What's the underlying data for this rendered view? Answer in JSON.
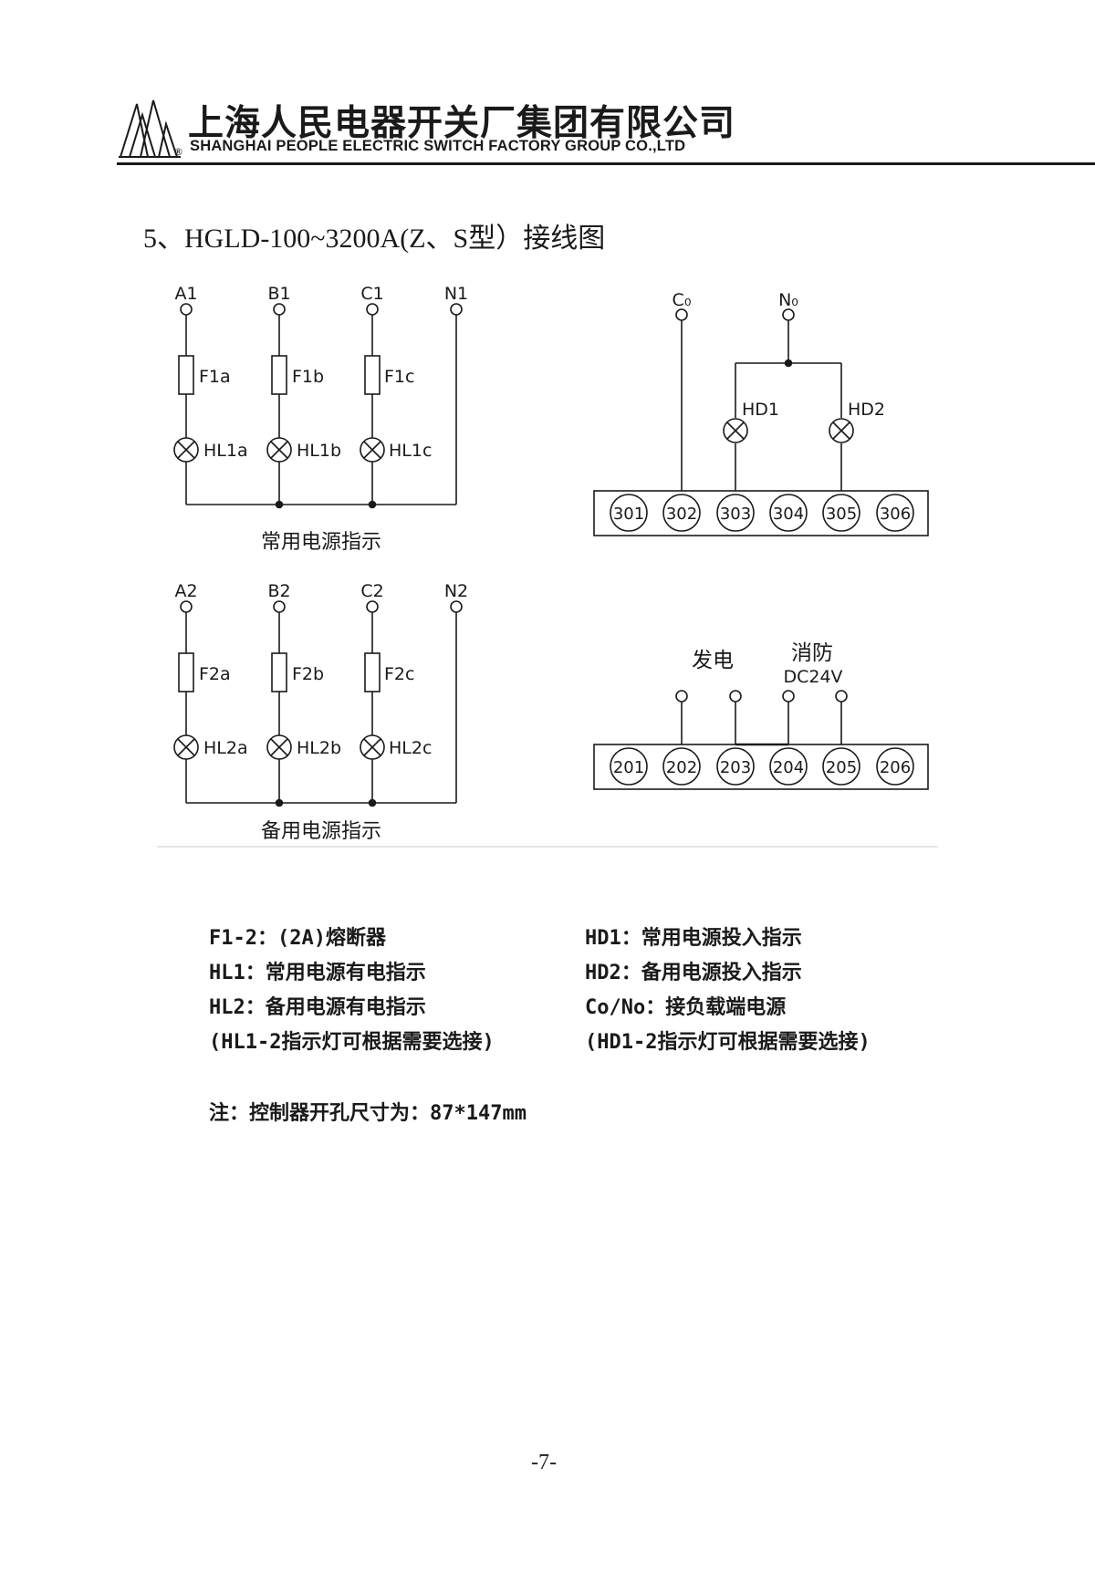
{
  "header": {
    "company_cn": "上海人民电器开关厂集团有限公司",
    "registered_mark": "®",
    "company_en": "SHANGHAI PEOPLE ELECTRIC SWITCH FACTORY GROUP CO.,LTD"
  },
  "section_title": "5、HGLD-100~3200A(Z、S型）接线图",
  "diagrams": {
    "normal": {
      "caption": "常用电源指示",
      "terminals": [
        "A1",
        "B1",
        "C1",
        "N1"
      ],
      "fuses": [
        "F1a",
        "F1b",
        "F1c"
      ],
      "lamps": [
        "HL1a",
        "HL1b",
        "HL1c"
      ]
    },
    "standby": {
      "caption": "备用电源指示",
      "terminals": [
        "A2",
        "B2",
        "C2",
        "N2"
      ],
      "fuses": [
        "F2a",
        "F2b",
        "F2c"
      ],
      "lamps": [
        "HL2a",
        "HL2b",
        "HL2c"
      ]
    },
    "block300": {
      "input_c": "C₀",
      "input_n": "N₀",
      "lamps": [
        "HD1",
        "HD2"
      ],
      "terminals": [
        "301",
        "302",
        "303",
        "304",
        "305",
        "306"
      ]
    },
    "block200": {
      "label_generate": "发电",
      "label_fire": "消防",
      "label_voltage": "DC24V",
      "terminals": [
        "201",
        "202",
        "203",
        "204",
        "205",
        "206"
      ]
    }
  },
  "legend": {
    "left": [
      "F1-2：(2A)熔断器",
      "HL1：常用电源有电指示",
      "HL2：备用电源有电指示",
      "(HL1-2指示灯可根据需要选接)"
    ],
    "right": [
      "HD1：常用电源投入指示",
      "HD2：备用电源投入指示",
      "Co/No：接负载端电源",
      "(HD1-2指示灯可根据需要选接)"
    ]
  },
  "note": "注：控制器开孔尺寸为：87*147mm",
  "page_number": "-7-"
}
